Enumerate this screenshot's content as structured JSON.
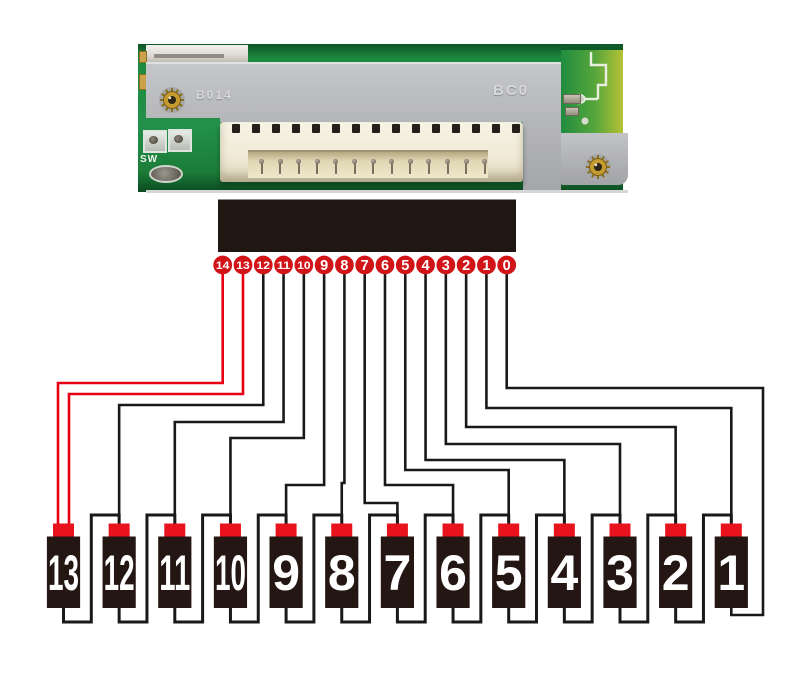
{
  "board": {
    "label_left": "B014",
    "label_right": "BC0",
    "sw_label": "SW"
  },
  "balance_connector": {
    "pins": [
      {
        "label": "14",
        "wire": "red"
      },
      {
        "label": "13",
        "wire": "red"
      },
      {
        "label": "12",
        "wire": "black"
      },
      {
        "label": "11",
        "wire": "black"
      },
      {
        "label": "10",
        "wire": "black"
      },
      {
        "label": "9",
        "wire": "black"
      },
      {
        "label": "8",
        "wire": "black"
      },
      {
        "label": "7",
        "wire": "black"
      },
      {
        "label": "6",
        "wire": "black"
      },
      {
        "label": "5",
        "wire": "black"
      },
      {
        "label": "4",
        "wire": "black"
      },
      {
        "label": "3",
        "wire": "black"
      },
      {
        "label": "2",
        "wire": "black"
      },
      {
        "label": "1",
        "wire": "black"
      },
      {
        "label": "0",
        "wire": "black"
      }
    ]
  },
  "cells": [
    "13",
    "12",
    "11",
    "10",
    "9",
    "8",
    "7",
    "6",
    "5",
    "4",
    "3",
    "2",
    "1"
  ],
  "colors": {
    "wire_red": "#e60012",
    "wire_black": "#191919",
    "pin_circle": "#d11418",
    "cell_cap": "#e8131c",
    "cell_body": "#241612",
    "connector_block": "#201712",
    "pcb_green": "#1d8f40",
    "plate_gray": "#b8b9bd"
  }
}
